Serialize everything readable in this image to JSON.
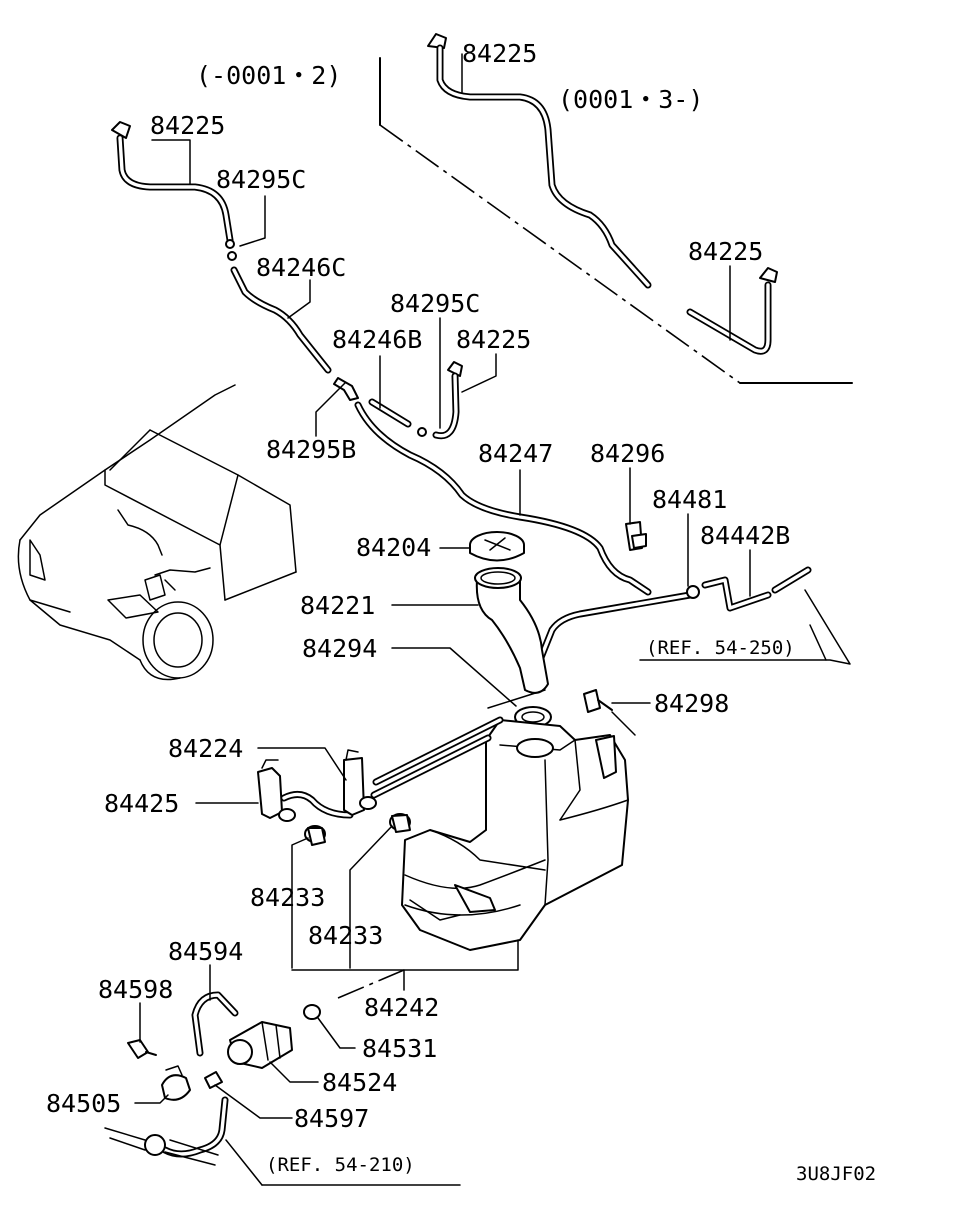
{
  "labels": {
    "range_old": "(-0001・2)",
    "range_new": "(0001・3-)",
    "p84225_top_right": "84225",
    "p84225_top_left": "84225",
    "p84225_right_lower": "84225",
    "p84225_mid": "84225",
    "p84295C_upper": "84295C",
    "p84246C": "84246C",
    "p84295C_lower": "84295C",
    "p84246B": "84246B",
    "p84295B": "84295B",
    "p84247": "84247",
    "p84296": "84296",
    "p84481": "84481",
    "p84442B": "84442B",
    "p84204": "84204",
    "p84221": "84221",
    "p84294": "84294",
    "ref_54_250": "(REF. 54-250)",
    "p84298": "84298",
    "p84224": "84224",
    "p84425": "84425",
    "p84233_a": "84233",
    "p84233_b": "84233",
    "p84242": "84242",
    "p84594": "84594",
    "p84598": "84598",
    "p84531": "84531",
    "p84524": "84524",
    "p84505": "84505",
    "p84597": "84597",
    "ref_54_210": "(REF. 54-210)",
    "figure_code": "3U8JF02"
  }
}
